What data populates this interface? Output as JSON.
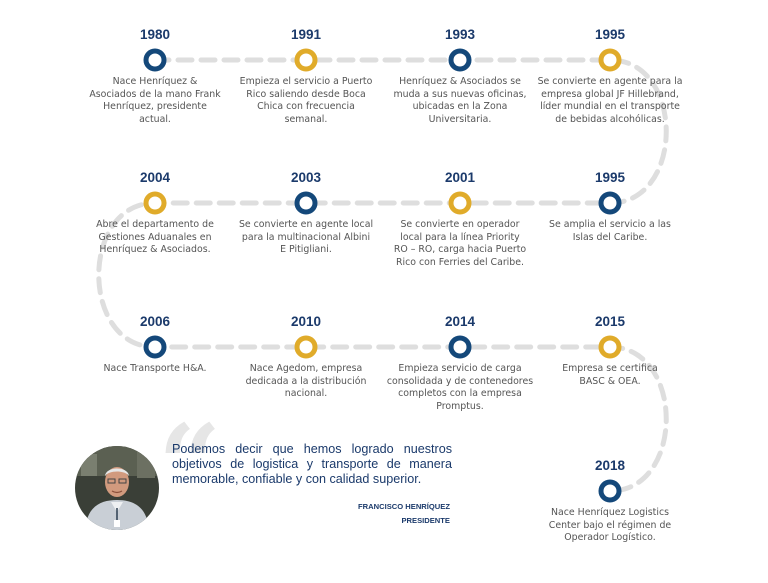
{
  "colors": {
    "dark": "#14487a",
    "gold": "#e0ab2a",
    "path": "#dedede",
    "year_text": "#1b3a6b",
    "body_text": "#555555"
  },
  "timeline": [
    {
      "year": "1980",
      "color": "dark",
      "lines": [
        "Nace Henríquez &",
        "Asociados de la mano Frank",
        "Henríquez, presidente",
        "actual."
      ]
    },
    {
      "year": "1991",
      "color": "gold",
      "lines": [
        "Empieza el servicio a Puerto",
        "Rico saliendo desde Boca",
        "Chica con frecuencia",
        "semanal."
      ]
    },
    {
      "year": "1993",
      "color": "dark",
      "lines": [
        "Henríquez & Asociados se",
        "muda a sus nuevas oficinas,",
        "ubicadas en la Zona",
        "Universitaria."
      ]
    },
    {
      "year": "1995",
      "color": "gold",
      "lines": [
        "Se convierte en agente para la",
        "empresa global JF Hillebrand,",
        "líder mundial en el transporte",
        "de bebidas alcohólicas."
      ]
    },
    {
      "year": "2004",
      "color": "gold",
      "lines": [
        "Abre el departamento de",
        "Gestiones Aduanales en",
        "Henríquez & Asociados."
      ]
    },
    {
      "year": "2003",
      "color": "dark",
      "lines": [
        "Se convierte en agente local",
        "para la multinacional Albini",
        "E Pitigliani."
      ]
    },
    {
      "year": "2001",
      "color": "gold",
      "lines": [
        "Se convierte en operador",
        "local para la línea Priority",
        "RO – RO, carga hacia Puerto",
        "Rico con Ferries del Caribe."
      ]
    },
    {
      "year": "1995",
      "color": "dark",
      "lines": [
        "Se amplia el servicio a las",
        "Islas del Caribe."
      ]
    },
    {
      "year": "2006",
      "color": "dark",
      "lines": [
        "Nace Transporte H&A."
      ]
    },
    {
      "year": "2010",
      "color": "gold",
      "lines": [
        "Nace Agedom, empresa",
        "dedicada a la distribución",
        "nacional."
      ]
    },
    {
      "year": "2014",
      "color": "dark",
      "lines": [
        "Empieza servicio de carga",
        "consolidada y de contenedores",
        "completos con la empresa",
        "Promptus."
      ]
    },
    {
      "year": "2015",
      "color": "gold",
      "lines": [
        "Empresa se certifica",
        "BASC & OEA."
      ]
    },
    {
      "year": "2018",
      "color": "dark",
      "lines": [
        "Nace Henríquez Logistics",
        "Center bajo el régimen de",
        "Operador Logístico."
      ]
    }
  ],
  "quote": {
    "mark": "“",
    "text": "Podemos decir que hemos logrado nuestros objetivos de logistica y transporte de manera memorable, confiable y con calidad superior.",
    "author": "FRANCISCO HENRÍQUEZ",
    "role": "PRESIDENTE",
    "avatar_icon": "person-photo-icon"
  }
}
